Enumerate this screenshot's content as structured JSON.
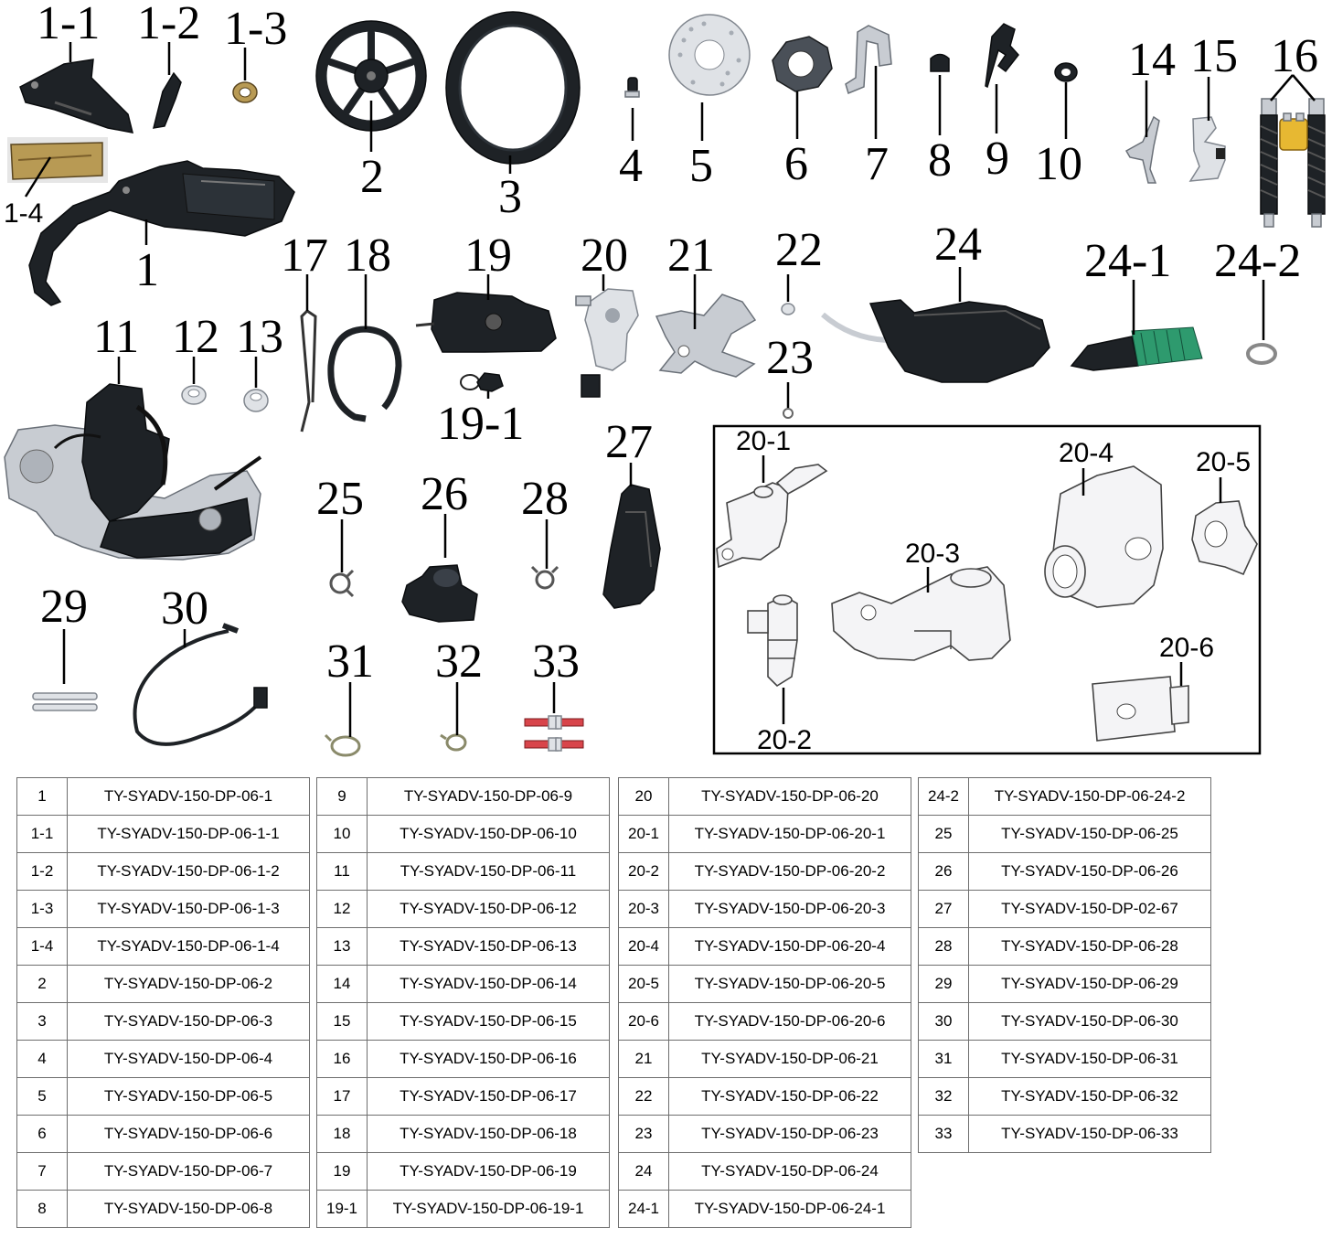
{
  "callouts": {
    "c1": "1",
    "c1_1": "1-1",
    "c1_2": "1-2",
    "c1_3": "1-3",
    "c1_4": "1-4",
    "c2": "2",
    "c3": "3",
    "c4": "4",
    "c5": "5",
    "c6": "6",
    "c7": "7",
    "c8": "8",
    "c9": "9",
    "c10": "10",
    "c11": "11",
    "c12": "12",
    "c13": "13",
    "c14": "14",
    "c15": "15",
    "c16": "16",
    "c17": "17",
    "c18": "18",
    "c19": "19",
    "c19_1": "19-1",
    "c20": "20",
    "c21": "21",
    "c22": "22",
    "c23": "23",
    "c24": "24",
    "c24_1": "24-1",
    "c24_2": "24-2",
    "c25": "25",
    "c26": "26",
    "c27": "27",
    "c28": "28",
    "c29": "29",
    "c30": "30",
    "c31": "31",
    "c32": "32",
    "c33": "33",
    "c20_1": "20-1",
    "c20_2": "20-2",
    "c20_3": "20-3",
    "c20_4": "20-4",
    "c20_5": "20-5",
    "c20_6": "20-6"
  },
  "parts_table": {
    "col1": [
      {
        "no": "1",
        "code": "TY-SYADV-150-DP-06-1"
      },
      {
        "no": "1-1",
        "code": "TY-SYADV-150-DP-06-1-1"
      },
      {
        "no": "1-2",
        "code": "TY-SYADV-150-DP-06-1-2"
      },
      {
        "no": "1-3",
        "code": "TY-SYADV-150-DP-06-1-3"
      },
      {
        "no": "1-4",
        "code": "TY-SYADV-150-DP-06-1-4"
      },
      {
        "no": "2",
        "code": "TY-SYADV-150-DP-06-2"
      },
      {
        "no": "3",
        "code": "TY-SYADV-150-DP-06-3"
      },
      {
        "no": "4",
        "code": "TY-SYADV-150-DP-06-4"
      },
      {
        "no": "5",
        "code": "TY-SYADV-150-DP-06-5"
      },
      {
        "no": "6",
        "code": "TY-SYADV-150-DP-06-6"
      },
      {
        "no": "7",
        "code": "TY-SYADV-150-DP-06-7"
      },
      {
        "no": "8",
        "code": "TY-SYADV-150-DP-06-8"
      }
    ],
    "col2": [
      {
        "no": "9",
        "code": "TY-SYADV-150-DP-06-9"
      },
      {
        "no": "10",
        "code": "TY-SYADV-150-DP-06-10"
      },
      {
        "no": "11",
        "code": "TY-SYADV-150-DP-06-11"
      },
      {
        "no": "12",
        "code": "TY-SYADV-150-DP-06-12"
      },
      {
        "no": "13",
        "code": "TY-SYADV-150-DP-06-13"
      },
      {
        "no": "14",
        "code": "TY-SYADV-150-DP-06-14"
      },
      {
        "no": "15",
        "code": "TY-SYADV-150-DP-06-15"
      },
      {
        "no": "16",
        "code": "TY-SYADV-150-DP-06-16"
      },
      {
        "no": "17",
        "code": "TY-SYADV-150-DP-06-17"
      },
      {
        "no": "18",
        "code": "TY-SYADV-150-DP-06-18"
      },
      {
        "no": "19",
        "code": "TY-SYADV-150-DP-06-19"
      },
      {
        "no": "19-1",
        "code": "TY-SYADV-150-DP-06-19-1"
      }
    ],
    "col3": [
      {
        "no": "20",
        "code": "TY-SYADV-150-DP-06-20"
      },
      {
        "no": "20-1",
        "code": "TY-SYADV-150-DP-06-20-1"
      },
      {
        "no": "20-2",
        "code": "TY-SYADV-150-DP-06-20-2"
      },
      {
        "no": "20-3",
        "code": "TY-SYADV-150-DP-06-20-3"
      },
      {
        "no": "20-4",
        "code": "TY-SYADV-150-DP-06-20-4"
      },
      {
        "no": "20-5",
        "code": "TY-SYADV-150-DP-06-20-5"
      },
      {
        "no": "20-6",
        "code": "TY-SYADV-150-DP-06-20-6"
      },
      {
        "no": "21",
        "code": "TY-SYADV-150-DP-06-21"
      },
      {
        "no": "22",
        "code": "TY-SYADV-150-DP-06-22"
      },
      {
        "no": "23",
        "code": "TY-SYADV-150-DP-06-23"
      },
      {
        "no": "24",
        "code": "TY-SYADV-150-DP-06-24"
      },
      {
        "no": "24-1",
        "code": "TY-SYADV-150-DP-06-24-1"
      }
    ],
    "col4": [
      {
        "no": "24-2",
        "code": "TY-SYADV-150-DP-06-24-2"
      },
      {
        "no": "25",
        "code": "TY-SYADV-150-DP-06-25"
      },
      {
        "no": "26",
        "code": "TY-SYADV-150-DP-06-26"
      },
      {
        "no": "27",
        "code": "TY-SYADV-150-DP-02-67"
      },
      {
        "no": "28",
        "code": "TY-SYADV-150-DP-06-28"
      },
      {
        "no": "29",
        "code": "TY-SYADV-150-DP-06-29"
      },
      {
        "no": "30",
        "code": "TY-SYADV-150-DP-06-30"
      },
      {
        "no": "31",
        "code": "TY-SYADV-150-DP-06-31"
      },
      {
        "no": "32",
        "code": "TY-SYADV-150-DP-06-32"
      },
      {
        "no": "33",
        "code": "TY-SYADV-150-DP-06-33"
      }
    ]
  }
}
